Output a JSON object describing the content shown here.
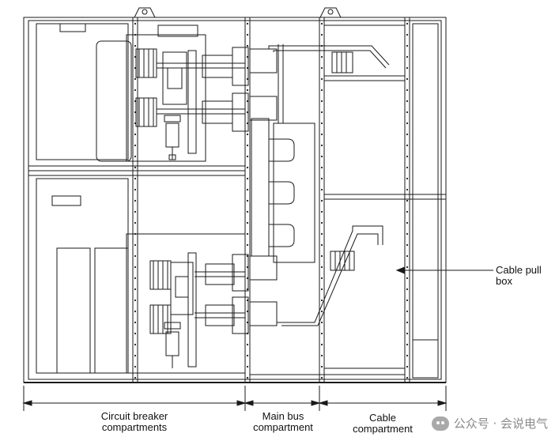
{
  "labels": {
    "cable_pull_box_line1": "Cable pull",
    "cable_pull_box_line2": "box",
    "circuit_breaker_line1": "Circuit breaker",
    "circuit_breaker_line2": "compartments",
    "main_bus_line1": "Main bus",
    "main_bus_line2": "compartment",
    "cable_line1": "Cable",
    "cable_line2": "compartment"
  },
  "watermark": {
    "text": "公众号 · 会说电气",
    "icon": "wechat-icon"
  },
  "colors": {
    "line": "#1a1a1a",
    "background": "#ffffff",
    "watermark": "#8a8a8a"
  }
}
